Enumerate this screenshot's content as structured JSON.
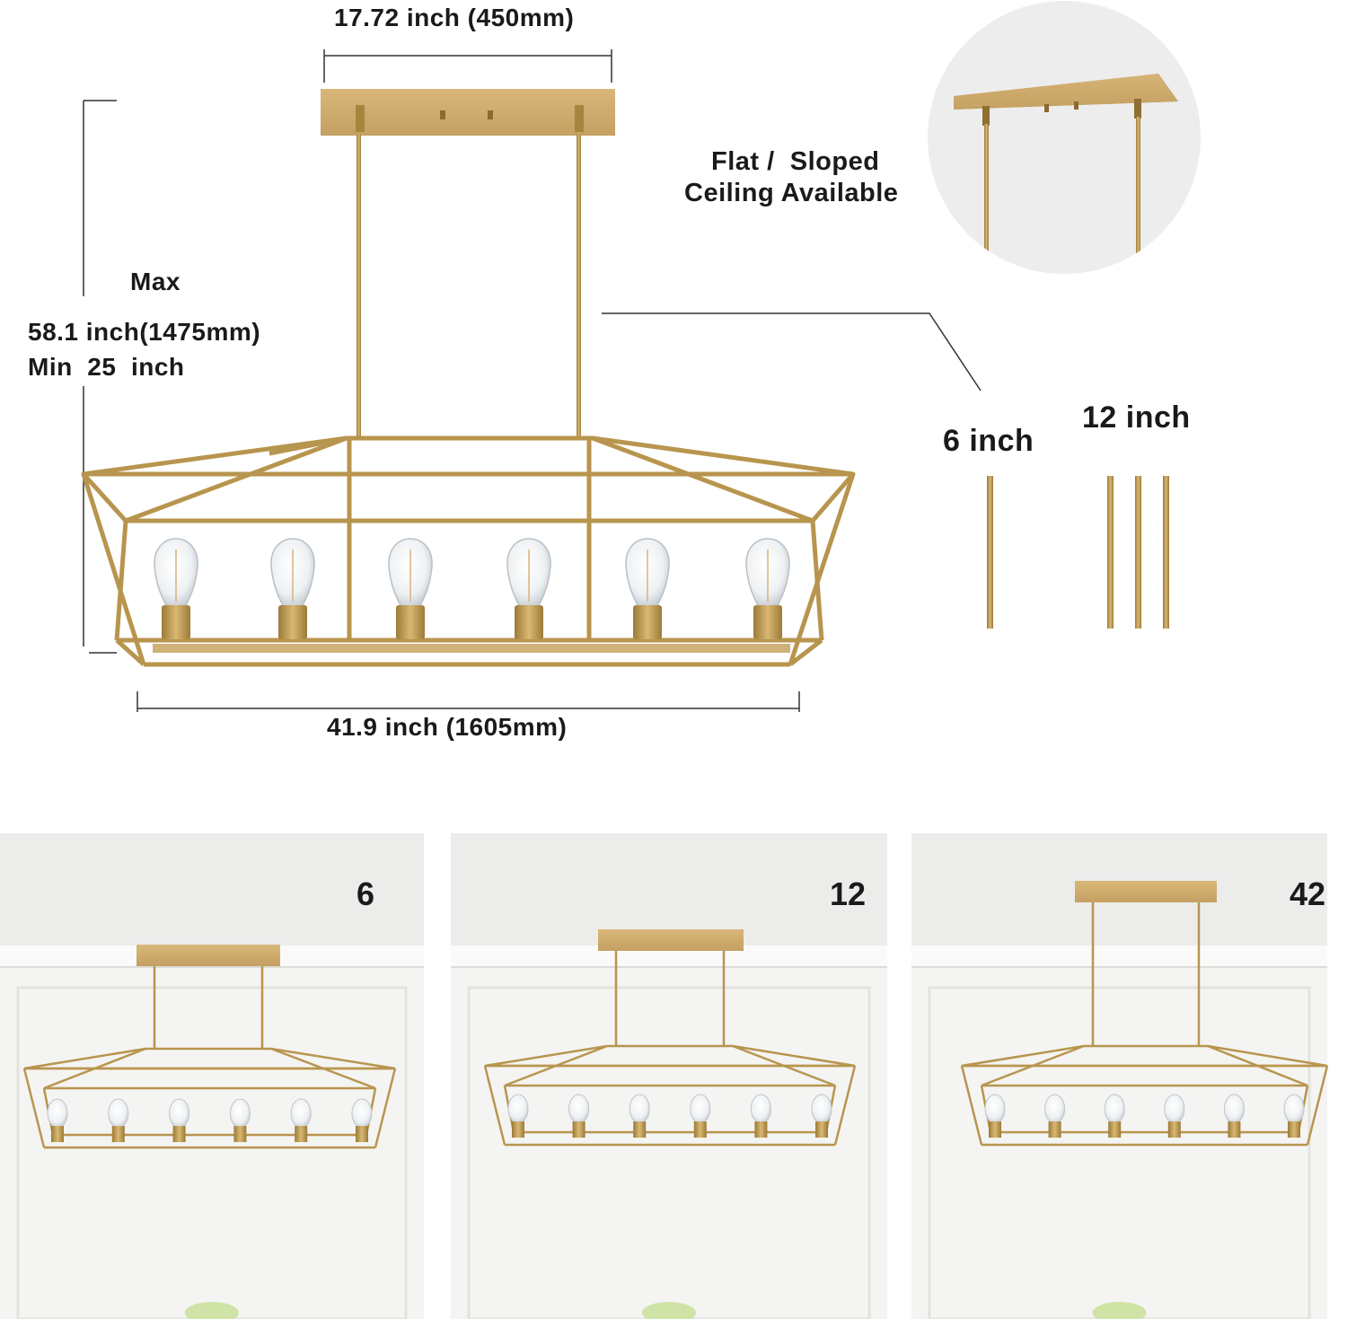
{
  "dimensions": {
    "canopy_width": "17.72 inch (450mm)",
    "height_max_label": "Max",
    "height_max_value": "58.1 inch(1475mm)",
    "height_min_value": "Min  25  inch",
    "fixture_length": "41.9 inch (1605mm)"
  },
  "ceiling_note": {
    "line1": "Flat /  Sloped",
    "line2": "Ceiling Available"
  },
  "rods": {
    "short_label": "6 inch",
    "long_label": "12 inch"
  },
  "panels": [
    {
      "label": "6"
    },
    {
      "label": "12"
    },
    {
      "label": "42"
    }
  ],
  "colors": {
    "brass": "#b8954e",
    "brass_dark": "#9c7a38",
    "ink": "#1a1a1a",
    "wall": "#f3f3f1"
  }
}
